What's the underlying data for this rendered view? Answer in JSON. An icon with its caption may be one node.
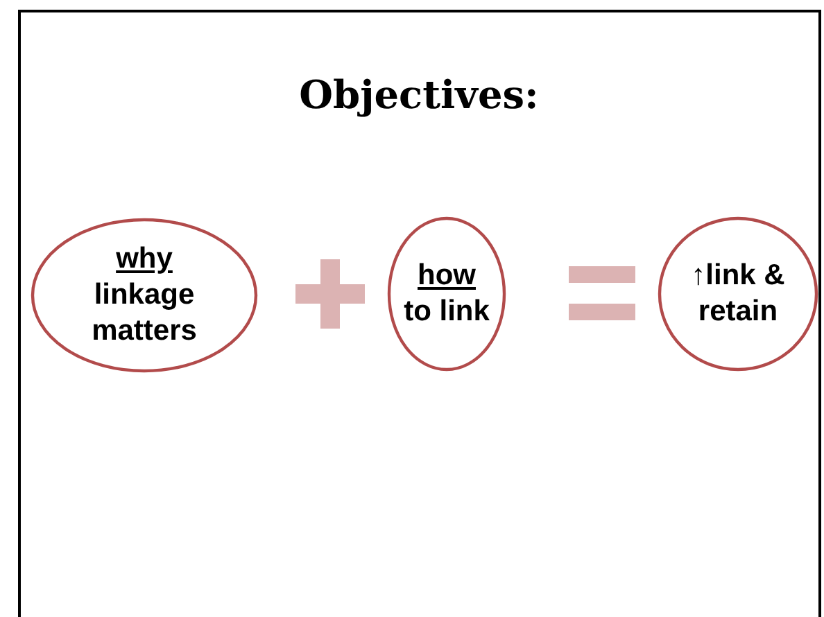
{
  "diagram": {
    "title": "Objectives:",
    "nodes": [
      {
        "text": [
          "why",
          "linkage matters"
        ]
      },
      {
        "text": [
          "how",
          "to link"
        ]
      },
      {
        "text": [
          "↑link & retain"
        ]
      }
    ]
  }
}
